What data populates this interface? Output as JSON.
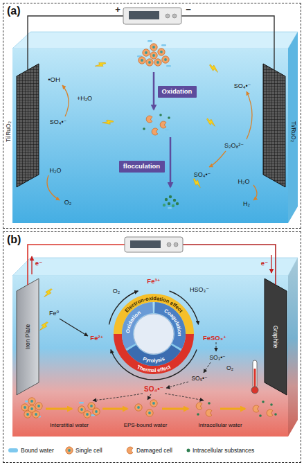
{
  "diagram": {
    "nodes": [
      {
        "text": [
          "(a)"
        ]
      },
      {
        "text": [
          "Oxidation"
        ],
        "in": 0
      },
      {
        "text": [
          "flocculation"
        ],
        "in": 0
      },
      {
        "text": [
          "(b)"
        ]
      }
    ],
    "labels": [
      "+",
      "−",
      "Ti/RuO₂",
      "Ti/RuO₂",
      "•OH",
      "+H₂O",
      "SO₄•⁻",
      "SO₄•⁻",
      "S₂O₈²⁻",
      "SO₄•⁻",
      "H₂O",
      "O₂",
      "H₂O",
      "H₂",
      "e⁻",
      "e⁻",
      "Iron Plate",
      "Graphite",
      "Fe⁰",
      "Fe²⁺",
      "O₂",
      "Fe³⁺",
      "HSO₃⁻",
      "FeSO₃⁺",
      "Electron-oxidation effect",
      "Oxidation",
      "Coagulation",
      "Pyrolysis",
      "Thermal effect",
      "SO₃•⁻",
      "O₂",
      "SO₅•⁻",
      "SO₄•⁻",
      "Interstitial water",
      "EPS-bound water",
      "Intracellular water"
    ],
    "legend": [
      {
        "text": "Bound water",
        "color": "#7ec8ee"
      },
      {
        "text": "Single cell"
      },
      {
        "text": "Damaged cell"
      },
      {
        "text": "Intracellular substances"
      }
    ]
  }
}
